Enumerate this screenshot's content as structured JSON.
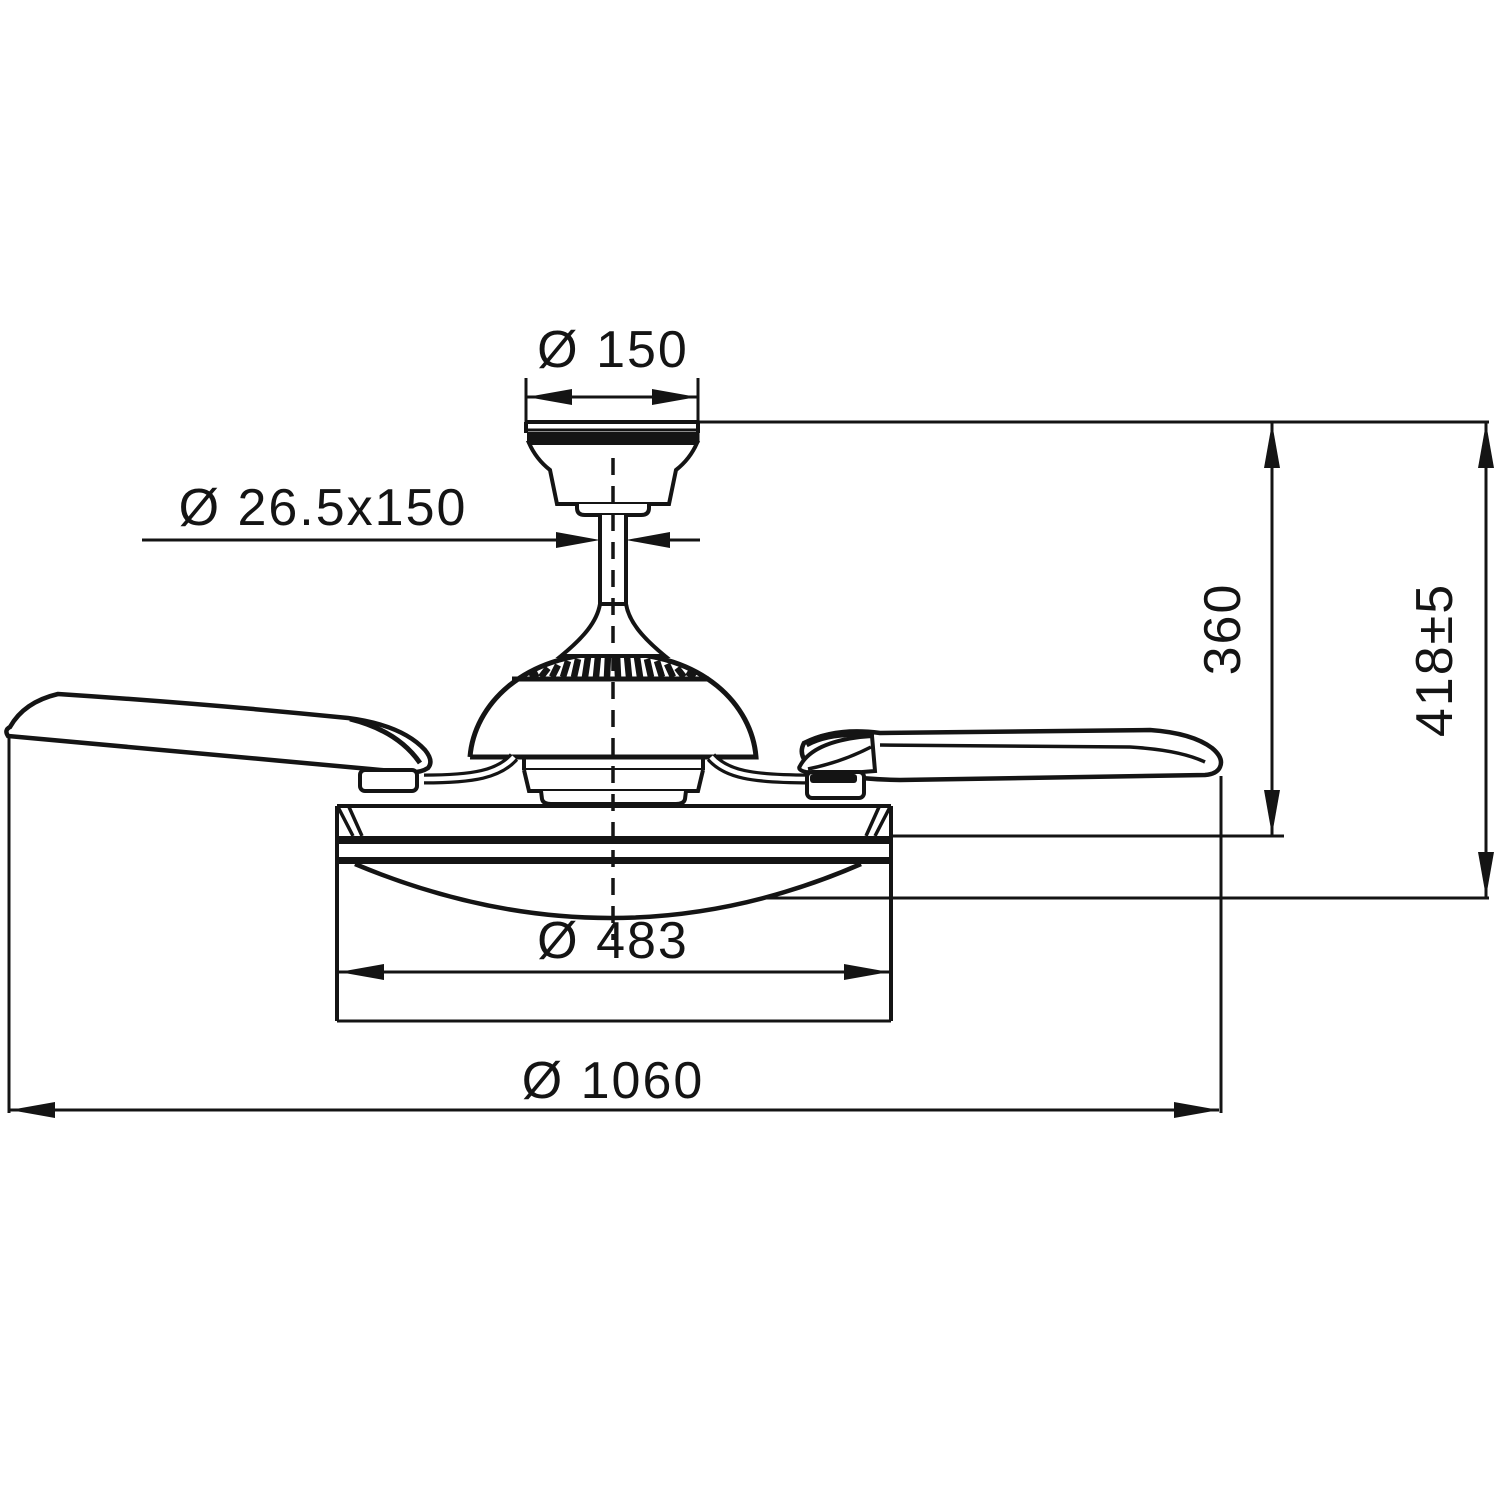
{
  "diagram": {
    "type": "technical-dimension-drawing",
    "subject": "ceiling fan with light, side elevation",
    "line_color": "#141414",
    "background_color": "#ffffff",
    "dimensions": {
      "canopy_diameter": {
        "label": "Ø 150",
        "value_mm": 150
      },
      "downrod": {
        "label": "Ø 26.5x150",
        "diameter_mm": 26.5,
        "length_mm": 150
      },
      "motor_height": {
        "label": "360",
        "value_mm": 360
      },
      "overall_height": {
        "label": "418±5",
        "value_mm": 418,
        "tolerance_mm": 5
      },
      "light_diameter": {
        "label": "Ø 483",
        "value_mm": 483
      },
      "blade_span": {
        "label": "Ø 1060",
        "value_mm": 1060
      }
    }
  }
}
